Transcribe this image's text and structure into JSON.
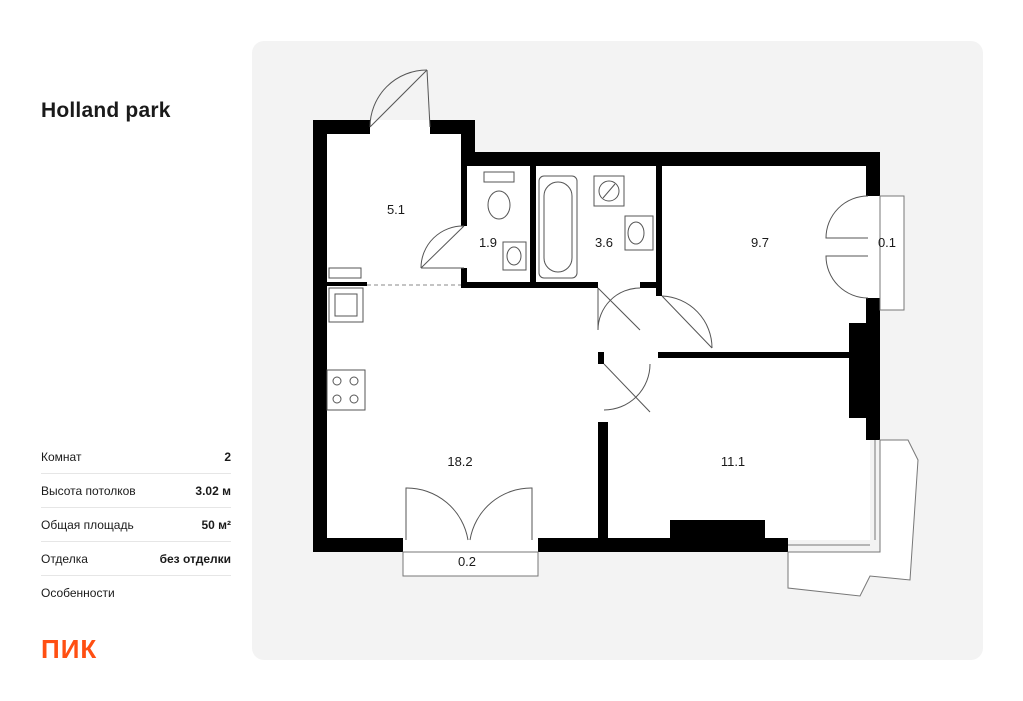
{
  "header": {
    "title": "Holland park"
  },
  "specs": [
    {
      "label": "Комнат",
      "value": "2"
    },
    {
      "label": "Высота потолков",
      "value": "3.02 м"
    },
    {
      "label": "Общая площадь",
      "value": "50 м²"
    },
    {
      "label": "Отделка",
      "value": "без отделки"
    },
    {
      "label": "Особенности",
      "value": ""
    }
  ],
  "brand": {
    "logo_text": "ПИК",
    "logo_color": "#ff4f12"
  },
  "rooms": {
    "hall": "5.1",
    "wc": "1.9",
    "bath": "3.6",
    "bedroom_small": "9.7",
    "balcony_small": "0.1",
    "kitchen_living": "18.2",
    "bedroom_large": "11.1",
    "balcony_kitchen": "0.2"
  },
  "colors": {
    "wall": "#000000",
    "panel_bg": "#f3f3f3",
    "fixture_stroke": "#555555"
  }
}
